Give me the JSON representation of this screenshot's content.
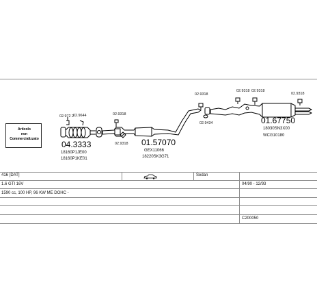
{
  "stamp": {
    "line1": "Articolo",
    "line2": "non",
    "line3": "Commercializzato"
  },
  "parts": {
    "cat_main": "04.3333",
    "cat_ref1": "18160P1JE00",
    "cat_ref2": "18160P1KE01",
    "gasket_a": "02.972 2",
    "gasket_b": "02.9644",
    "clamp_a": "02.9318",
    "clamp_b": "02.9318",
    "mid_main": "01.57070",
    "mid_ref1": "GEX11066",
    "mid_ref2": "18220SK3G71",
    "rear_main": "01.67750",
    "rear_ref1": "18030SN3X00",
    "rear_ref2": "WCG10180",
    "rear_clamp_a": "02.9318",
    "rear_clamp_b": "02.9318",
    "rear_clamp_c": "02.9318",
    "rear_clamp_d": "02.9318",
    "rear_gasket": "02.9434"
  },
  "info": {
    "model": "416 [DAT]",
    "body": "Sedan",
    "engine": "1.6 GTI 16V",
    "years": "04/90 - 12/93",
    "spec": "1590 cc, 100 HP, 96 KW ME DOHC -",
    "code": "C200050"
  }
}
